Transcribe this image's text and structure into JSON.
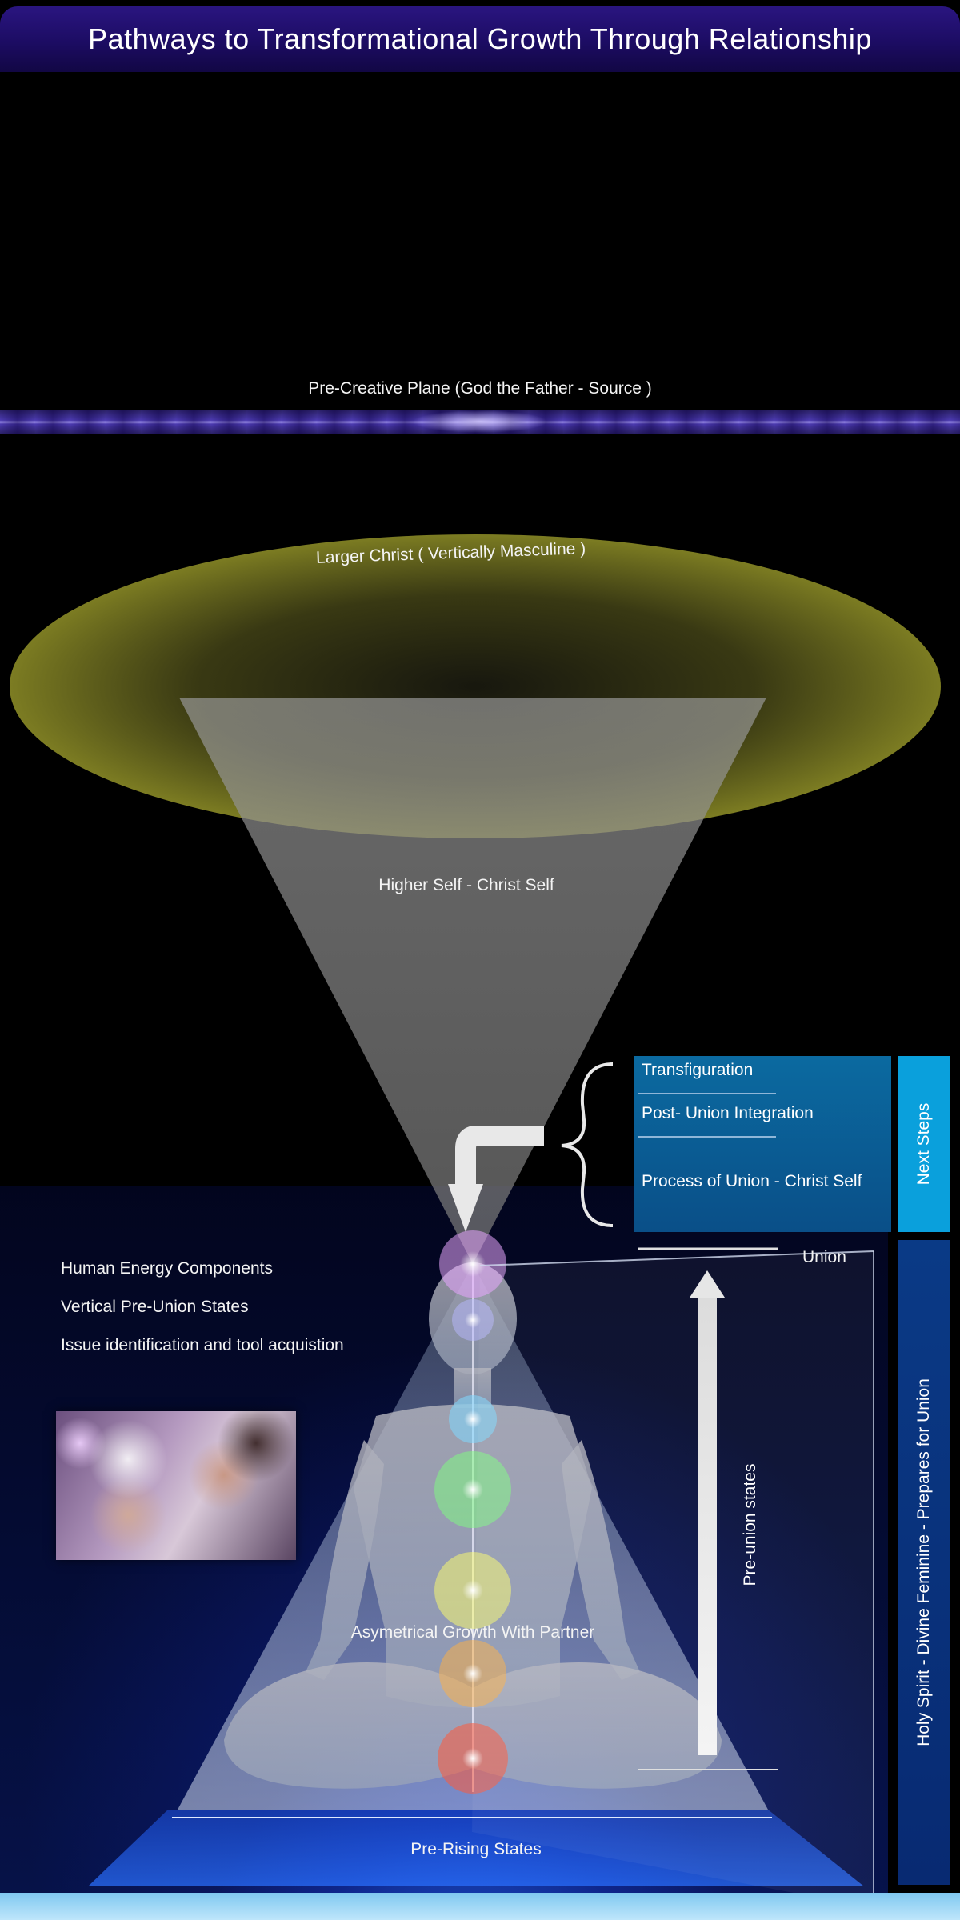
{
  "header": {
    "title": "Pathways to Transformational Growth Through Relationship"
  },
  "levels": {
    "pre_creative_plane": "Pre-Creative Plane (God the Father - Source )",
    "larger_christ": "Larger Christ ( Vertically Masculine )",
    "higher_self": "Higher Self - Christ Self",
    "asymetrical_growth": "Asymetrical Growth With Partner",
    "pre_rising_states": "Pre-Rising States",
    "union": "Union",
    "pre_union_states": "Pre-union states"
  },
  "left_list": [
    "Human Energy Components",
    "Vertical Pre-Union States",
    "Issue identification and tool acquistion"
  ],
  "next_steps_panel": {
    "items": [
      "Transfiguration",
      "Post- Union Integration",
      "Process of Union - Christ Self"
    ],
    "side_label": "Next Steps"
  },
  "holy_spirit_label": "Holy Spirit - Divine Feminine - Prepares for Union",
  "colors": {
    "header": "#1c0c63",
    "next_panel": "#0a5a92",
    "next_steps_box": "#0aa0dc",
    "holy_box": "#0a3a86",
    "ellipse": "#7a7a1e",
    "cone": "#8a8a8a"
  },
  "chakras": [
    {
      "name": "crown",
      "color": "#e8a6ff"
    },
    {
      "name": "third-eye",
      "color": "#b8b8ff"
    },
    {
      "name": "throat",
      "color": "#7fd8ff"
    },
    {
      "name": "heart",
      "color": "#7dff7d"
    },
    {
      "name": "solar-plexus",
      "color": "#ffff6a"
    },
    {
      "name": "sacral",
      "color": "#ffb040"
    },
    {
      "name": "root",
      "color": "#ff5a3a"
    }
  ]
}
